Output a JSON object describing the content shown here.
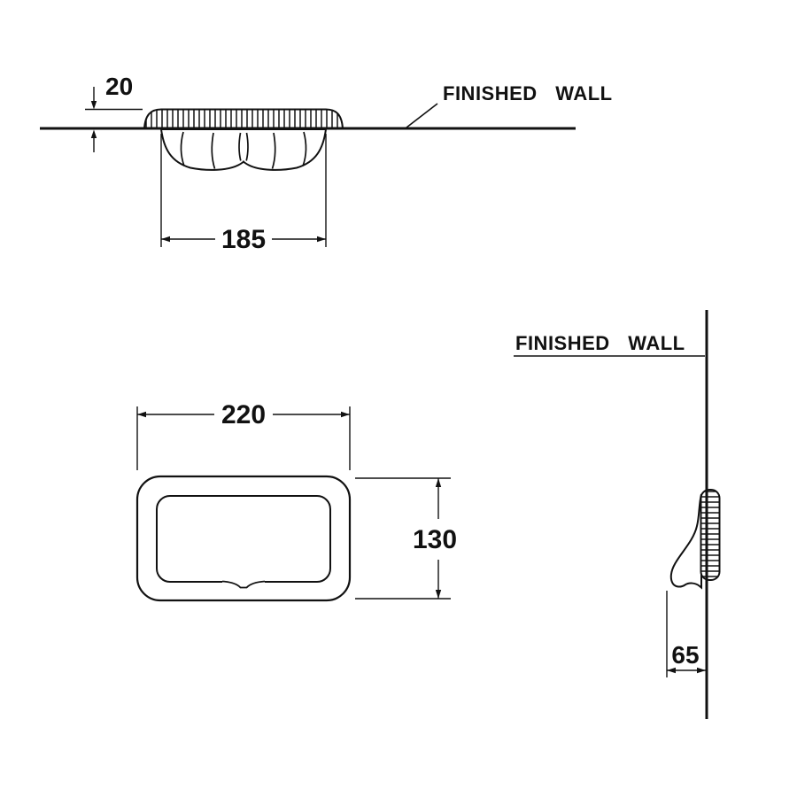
{
  "drawing": {
    "background_color": "#ffffff",
    "line_color": "#111111",
    "section_view": {
      "wall_label": "FINISHED WALL",
      "flange_thickness_dim": "20",
      "recess_width_dim": "185"
    },
    "front_view": {
      "width_dim": "220",
      "height_dim": "130"
    },
    "side_view": {
      "wall_label": "FINISHED WALL",
      "projection_dim": "65"
    }
  }
}
